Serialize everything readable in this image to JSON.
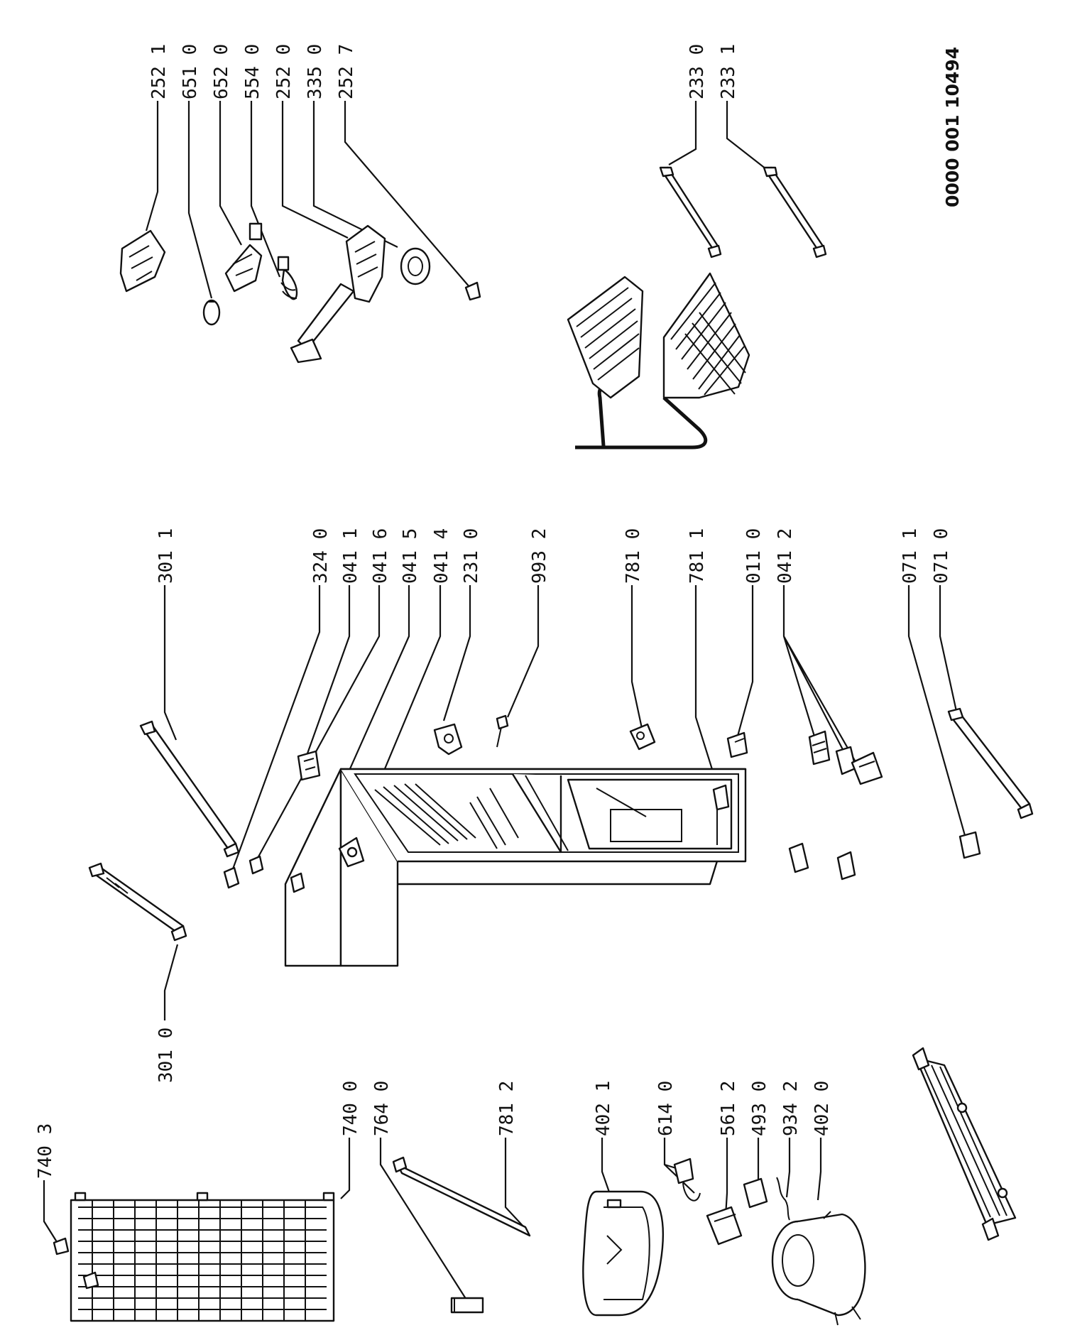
{
  "document_number": "0000 001 10494",
  "part_labels": {
    "p252_1": "252 1",
    "p651_0": "651 0",
    "p652_0": "652 0",
    "p554_0": "554 0",
    "p252_0": "252 0",
    "p335_0": "335 0",
    "p252_7": "252 7",
    "p233_0": "233 0",
    "p233_1": "233 1",
    "p301_1": "301 1",
    "p324_0": "324 0",
    "p041_1": "041 1",
    "p041_6": "041 6",
    "p041_5": "041 5",
    "p041_4": "041 4",
    "p231_0": "231 0",
    "p993_2": "993 2",
    "p781_0": "781 0",
    "p781_1": "781 1",
    "p011_0": "011 0",
    "p041_2": "041 2",
    "p071_1": "071 1",
    "p071_0": "071 0",
    "p301_0": "301 0",
    "p740_3": "740 3",
    "p740_0": "740 0",
    "p764_0": "764 0",
    "p781_2": "781 2",
    "p402_1": "402 1",
    "p614_0": "614 0",
    "p561_2": "561 2",
    "p493_0": "493 0",
    "p934_2": "934 2",
    "p402_0": "402 0"
  }
}
